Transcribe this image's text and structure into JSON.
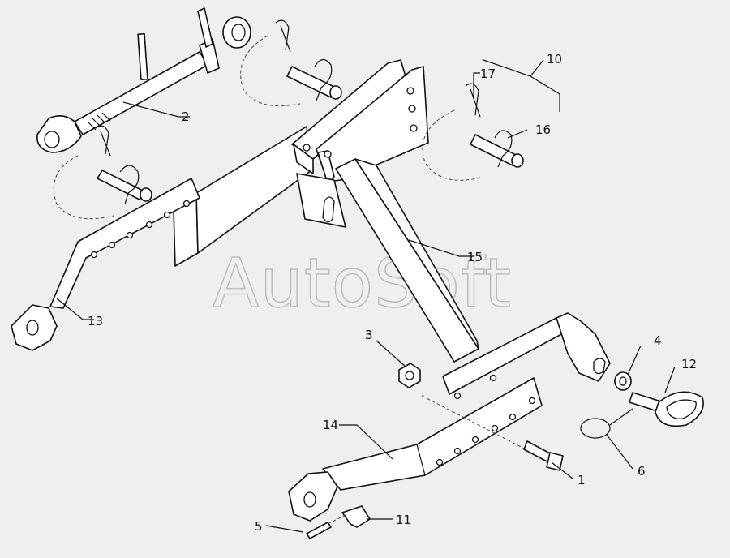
{
  "watermark": "AutoSoft",
  "callouts": [
    {
      "id": "1",
      "label": "1"
    },
    {
      "id": "2",
      "label": "2"
    },
    {
      "id": "3",
      "label": "3"
    },
    {
      "id": "4",
      "label": "4"
    },
    {
      "id": "5",
      "label": "5"
    },
    {
      "id": "6",
      "label": "6"
    },
    {
      "id": "10",
      "label": "10"
    },
    {
      "id": "11",
      "label": "11"
    },
    {
      "id": "12",
      "label": "12"
    },
    {
      "id": "13",
      "label": "13"
    },
    {
      "id": "14",
      "label": "14"
    },
    {
      "id": "15",
      "label": "15"
    },
    {
      "id": "16",
      "label": "16"
    },
    {
      "id": "17",
      "label": "17"
    }
  ],
  "colors": {
    "background": "#efefef",
    "line": "#111111",
    "watermark": "#bdbdbd"
  }
}
